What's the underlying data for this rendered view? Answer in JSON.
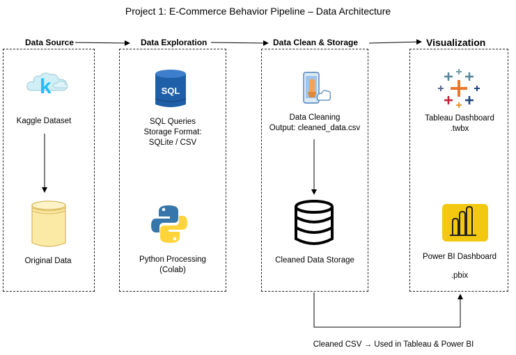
{
  "title": "Project 1: E-Commerce Behavior Pipeline – Data Architecture",
  "columns": {
    "source": "Data Source",
    "exploration": "Data Exploration",
    "clean": "Data Clean & Storage",
    "viz": "Visualization"
  },
  "nodes": {
    "kaggle": "Kaggle Dataset",
    "original": "Original Data",
    "sql_line1": "SQL Queries",
    "sql_line2": "Storage Format:",
    "sql_line3": "SQLite / CSV",
    "python_line1": "Python Processing",
    "python_line2": "(Colab)",
    "cleaning_line1": "Data Cleaning",
    "cleaning_line2": "Output: cleaned_data.csv",
    "storage": "Cleaned Data Storage",
    "tableau_line1": "Tableau Dashboard",
    "tableau_line2": ".twbx",
    "powerbi_line1": "Power BI Dashboard",
    "powerbi_line2": ".pbix"
  },
  "bottom_label": "Cleaned CSV → Used in Tableau & Power BI",
  "icons": {
    "kaggle": "kaggle-cloud-icon",
    "original": "database-cylinder-icon",
    "sql": "sql-database-icon",
    "python": "python-logo-icon",
    "cleaning": "phone-brush-cloud-icon",
    "storage": "database-stack-icon",
    "tableau": "tableau-logo-icon",
    "powerbi": "power-bi-logo-icon"
  },
  "colors": {
    "kaggle_blue": "#20BEFF",
    "sql_blue": "#1F5FA8",
    "python_blue": "#3776AB",
    "python_yellow": "#FFD43B",
    "powerbi_yellow": "#F2C811",
    "tableau_orange": "#E8762D",
    "tableau_red": "#C72037",
    "tableau_blue": "#5B879B",
    "tableau_navy": "#1F457E",
    "tableau_teal": "#59879B"
  }
}
